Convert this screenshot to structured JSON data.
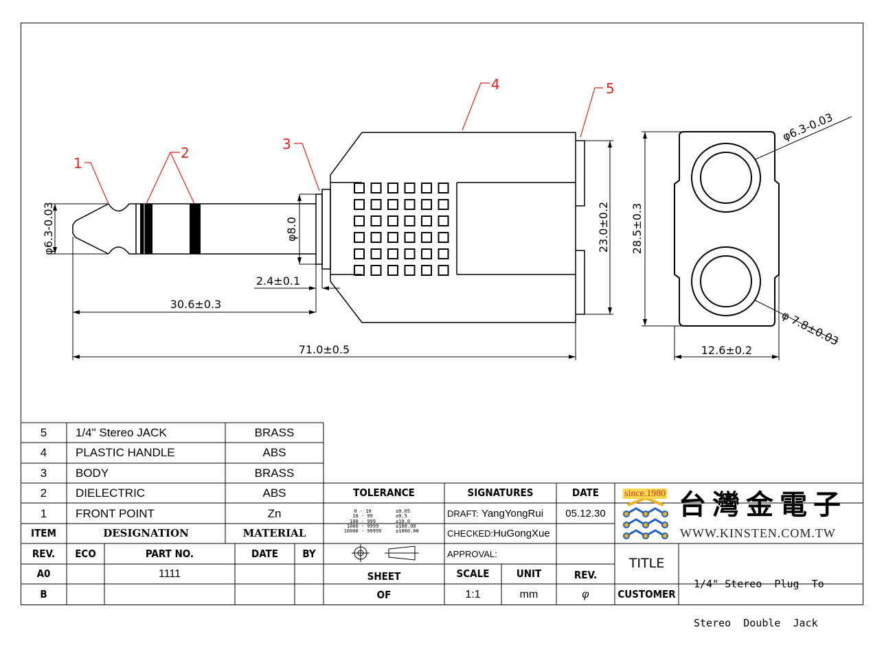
{
  "callouts": [
    "1",
    "2",
    "3",
    "4",
    "5"
  ],
  "dimensions": {
    "tip_diameter": "φ6.3-0.03",
    "sleeve_diameter": "φ8.0",
    "collar_thickness": "2.4±0.1",
    "plug_length": "30.6±0.3",
    "overall_length": "71.0±0.5",
    "jack_spacing": "23.0±0.2",
    "body_height": "28.5±0.3",
    "body_width": "12.6±0.2",
    "jack_bore": "φ6.3-0.03",
    "jack_outer": "φ 7.8±0.03"
  },
  "bom": {
    "rows": [
      {
        "item": "5",
        "designation": "1/4\" Stereo JACK",
        "material": "BRASS"
      },
      {
        "item": "4",
        "designation": "PLASTIC HANDLE",
        "material": "ABS"
      },
      {
        "item": "3",
        "designation": "BODY",
        "material": "BRASS"
      },
      {
        "item": "2",
        "designation": "DIELECTRIC",
        "material": "ABS"
      },
      {
        "item": "1",
        "designation": "FRONT POINT",
        "material": "Zn"
      }
    ],
    "headers": {
      "item": "ITEM",
      "designation": "DESIGNATION",
      "material": "MATERIAL"
    }
  },
  "revision": {
    "headers": {
      "rev": "REV.",
      "eco": "ECO",
      "part_no": "PART NO.",
      "date": "DATE",
      "by": "BY"
    },
    "rows": [
      {
        "rev": "A0",
        "eco": "",
        "part_no": "1111",
        "date": "",
        "by": ""
      },
      {
        "rev": "B",
        "eco": "",
        "part_no": "",
        "date": "",
        "by": ""
      }
    ]
  },
  "tolerance": {
    "header": "TOLERANCE",
    "ranges": [
      "0 - 10",
      "10 - 99",
      "100 - 999",
      "1000 - 9999",
      "10000 - 99999"
    ],
    "values": [
      "±0.05",
      "±0.5",
      "±10.0",
      "±100.00",
      "±1000.00"
    ]
  },
  "signatures": {
    "header": "SIGNATURES",
    "date_header": "DATE",
    "draft_label": "DRAFT:",
    "draft_name": "YangYongRui",
    "draft_date": "05.12.30",
    "checked_label": "CHECKED:",
    "checked_name": "HuGongXue",
    "approval_label": "APPROVAL:"
  },
  "sheet": {
    "sheet_label": "SHEET",
    "of_label": "OF",
    "scale_label": "SCALE",
    "scale_value": "1:1",
    "unit_label": "UNIT",
    "unit_value": "mm",
    "rev_label": "REV.",
    "rev_value": "φ"
  },
  "company": {
    "since": "since.1980",
    "name_cjk": "台灣金電子",
    "url": "WWW.KINSTEN.COM.TW"
  },
  "title_block": {
    "title_label": "TITLE",
    "title_line1": "1/4\" Stereo  Plug  To",
    "title_line2": "Stereo  Double  Jack",
    "customer_label": "CUSTOMER"
  },
  "colors": {
    "line": "#000000",
    "callout": "#e0201b",
    "logo_blue": "#1f5fbf",
    "logo_gold": "#f2b01e"
  }
}
